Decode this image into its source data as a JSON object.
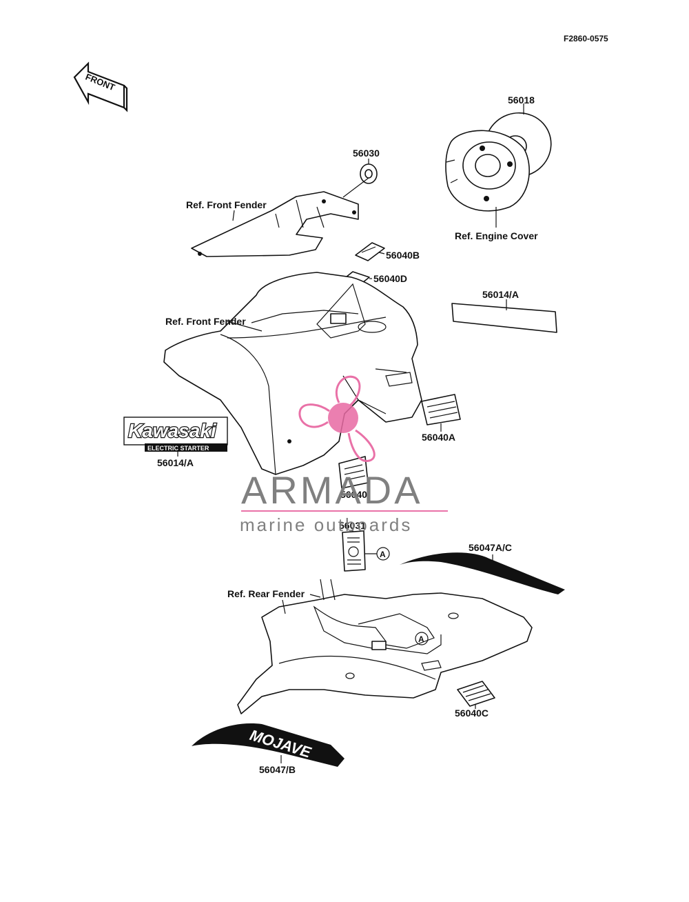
{
  "diagram_code": "F2860-0575",
  "front_arrow_label": "FRONT",
  "parts": {
    "p56018": "56018",
    "p56030": "56030",
    "p56040B": "56040B",
    "p56040D": "56040D",
    "p56014A_right": "56014/A",
    "p56040A": "56040A",
    "p56014A_left": "56014/A",
    "p56040": "56040",
    "p56031": "56031",
    "p56047AC": "56047A/C",
    "p56040C": "56040C",
    "p56047B": "56047/B"
  },
  "refs": {
    "front_fender_upper": "Ref. Front Fender",
    "engine_cover": "Ref. Engine Cover",
    "front_fender_lower": "Ref. Front Fender",
    "rear_fender": "Ref. Rear Fender"
  },
  "callout_marker": "A",
  "decals": {
    "kawasaki_logo": "Kawasaki",
    "kawasaki_sub": "ELECTRIC STARTER",
    "mojave_logo": "MOJAVE"
  },
  "watermark": {
    "brand": "ARMADA",
    "tagline": "marine outboards",
    "accent_color": "#e86aa3",
    "text_color": "#7a7a7a"
  }
}
